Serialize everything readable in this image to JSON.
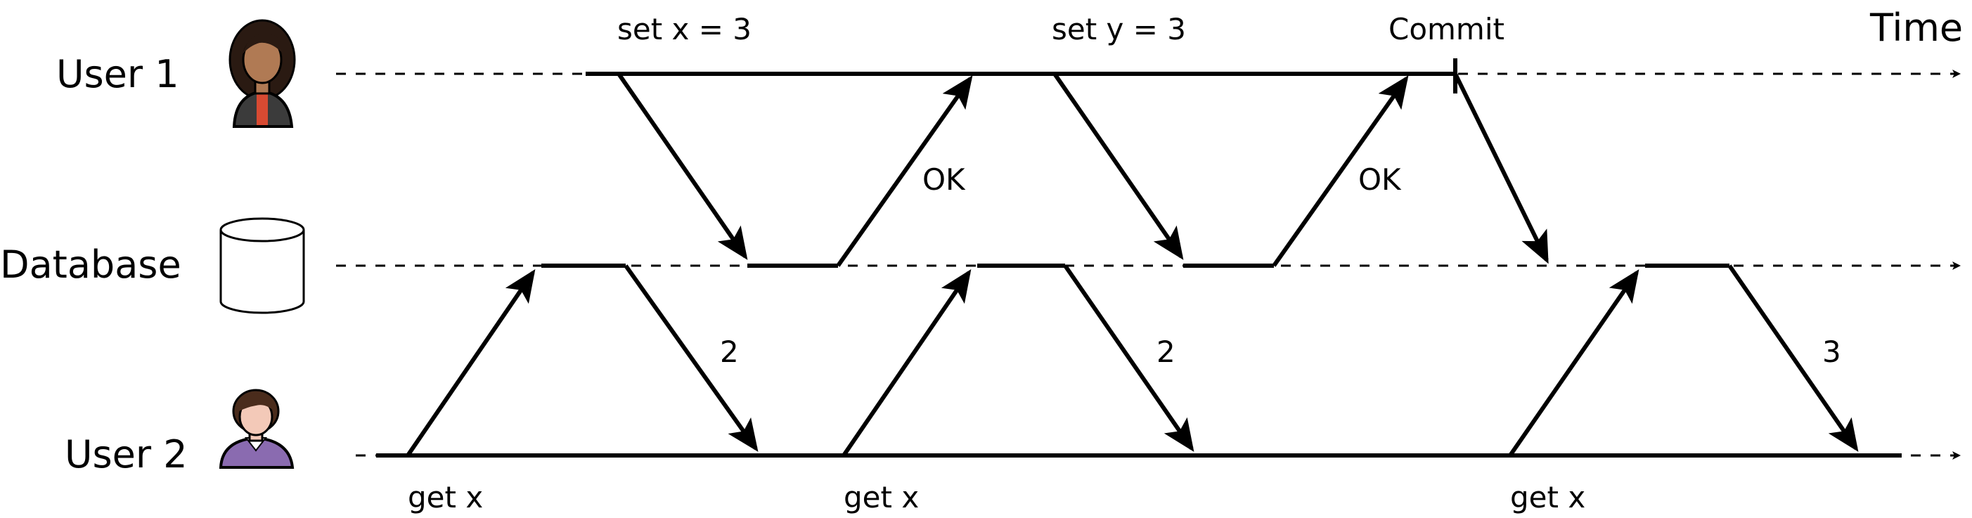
{
  "time_label": "Time",
  "actors": [
    {
      "id": "user1",
      "label": "User 1",
      "icon": "woman-avatar-icon"
    },
    {
      "id": "database",
      "label": "Database",
      "icon": "database-cylinder-icon"
    },
    {
      "id": "user2",
      "label": "User 2",
      "icon": "woman-purple-avatar-icon"
    }
  ],
  "messages": [
    {
      "label": "set x = 3"
    },
    {
      "label": "OK"
    },
    {
      "label": "set y = 3"
    },
    {
      "label": "OK"
    },
    {
      "label": "Commit"
    },
    {
      "label": "get x"
    },
    {
      "label": "2"
    },
    {
      "label": "get x"
    },
    {
      "label": "2"
    },
    {
      "label": "get x"
    },
    {
      "label": "3"
    }
  ],
  "colors": {
    "line": "#000000",
    "user1_skin": "#b07a54",
    "user1_hair": "#2a1a12",
    "user1_clothes": "#3b3b3b",
    "user2_skin": "#f3c9b8",
    "user2_hair": "#4a2c1c",
    "user2_clothes": "#8a6bb0"
  }
}
